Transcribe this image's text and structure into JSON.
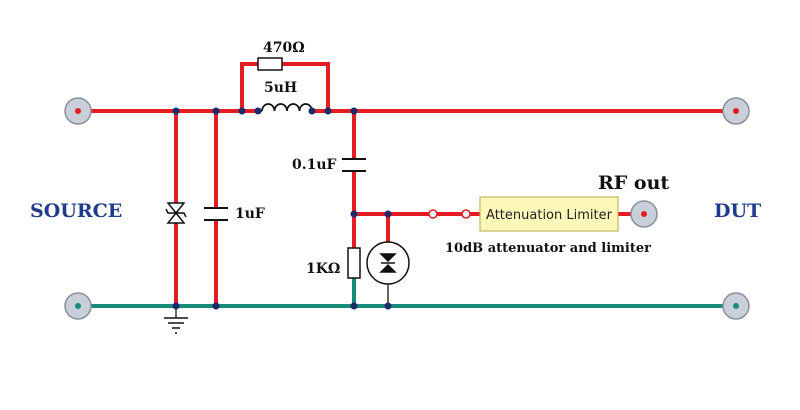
{
  "labels": {
    "source": "SOURCE",
    "dut": "DUT",
    "rf_out": "RF out",
    "r_parallel": "470Ω",
    "inductor": "5uH",
    "cap_coupling": "0.1uF",
    "cap_bypass": "1uF",
    "r_bias": "1KΩ",
    "attenuator_box": "Attenuation Limiter",
    "attenuator_caption": "10dB attenuator and limiter"
  },
  "colors": {
    "line_wire": "#e51c23",
    "return_wire": "#1a8a7a",
    "dark_wire": "#333333",
    "terminal": "#c9cfd8",
    "terminal_stroke": "#8a8f99",
    "junction": "#1b2a6b",
    "label_blue": "#1f3b8c",
    "component": "#111111",
    "attenuator_fill": "#fcf8b8",
    "attenuator_stroke": "#b8a84a"
  },
  "icons": {
    "terminals": "terminal-icon",
    "ground": "ground-icon",
    "tvs": "tvs-diode-icon",
    "limiter": "limiter-diode-icon"
  }
}
